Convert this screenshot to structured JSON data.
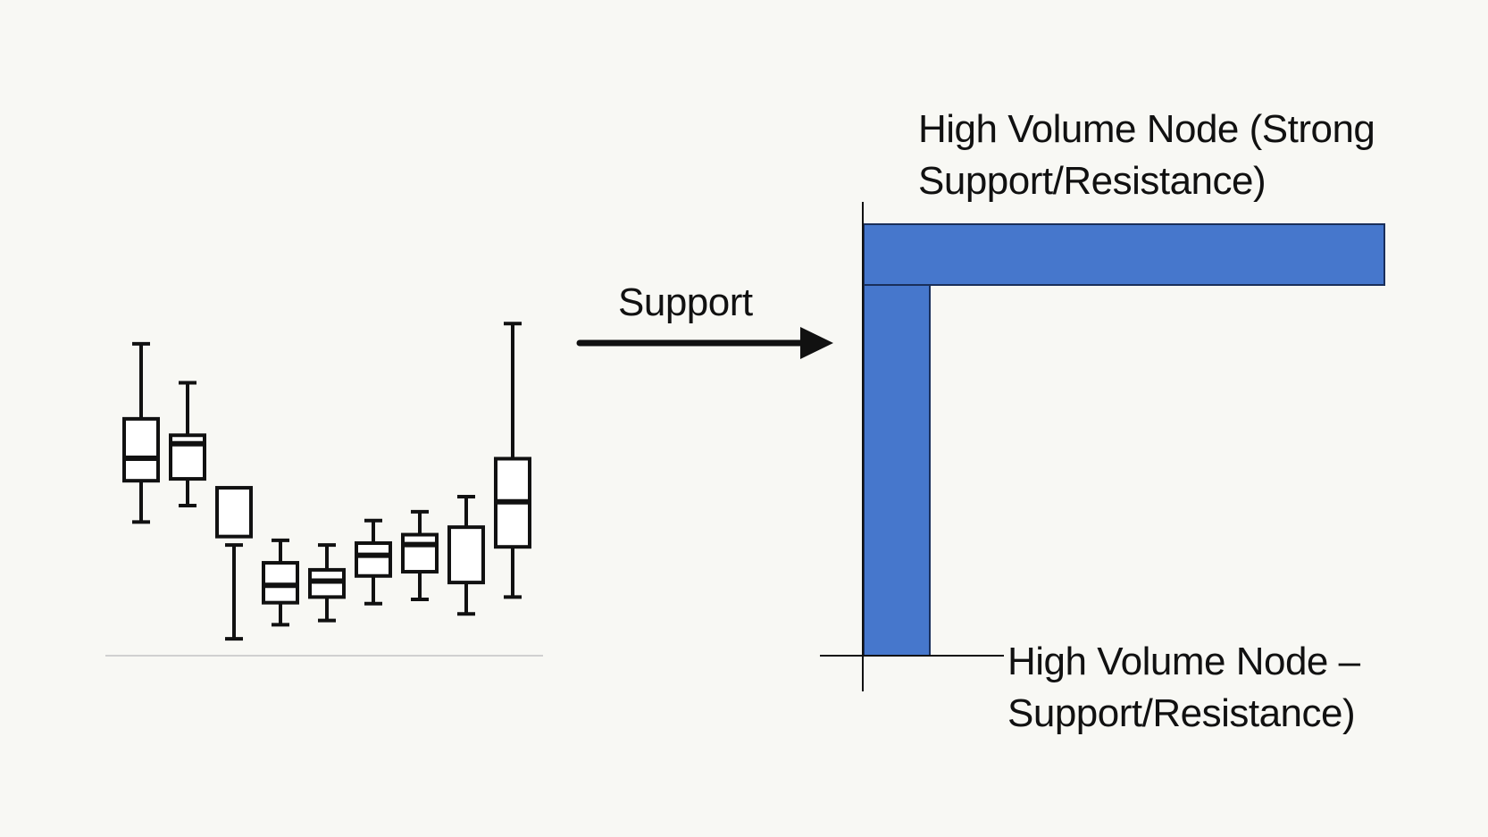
{
  "diagram": {
    "arrow_label": "Support",
    "top_node_label": {
      "line1": "High Volume Node (Strong",
      "line2": "Support/Resistance)"
    },
    "bottom_node_label": {
      "line1": "High Volume Node –",
      "line2": "Support/Resistance)"
    },
    "colors": {
      "background": "#f8f8f4",
      "ink": "#111111",
      "volume_bar": "#4677cc",
      "baseline": "#d0d0d0"
    }
  },
  "chart_data": {
    "type": "candlestick",
    "title": "",
    "xlabel": "",
    "ylabel": "",
    "candles": [
      {
        "high": 0.665,
        "low": 0.285,
        "open": 0.505,
        "close": 0.373,
        "mid": 0.421
      },
      {
        "high": 0.582,
        "low": 0.32,
        "open": 0.47,
        "close": 0.377,
        "mid": 0.452
      },
      {
        "high": 0.236,
        "low": 0.036,
        "open": 0.358,
        "close": 0.254,
        "mid": null
      },
      {
        "high": 0.246,
        "low": 0.066,
        "open": 0.198,
        "close": 0.113,
        "mid": 0.15
      },
      {
        "high": 0.236,
        "low": 0.075,
        "open": 0.183,
        "close": 0.125,
        "mid": 0.159
      },
      {
        "high": 0.288,
        "low": 0.111,
        "open": 0.24,
        "close": 0.17,
        "mid": 0.214
      },
      {
        "high": 0.307,
        "low": 0.12,
        "open": 0.258,
        "close": 0.179,
        "mid": 0.237
      },
      {
        "high": 0.339,
        "low": 0.089,
        "open": 0.274,
        "close": 0.156,
        "mid": null
      },
      {
        "high": 0.708,
        "low": 0.125,
        "open": 0.42,
        "close": 0.232,
        "mid": 0.328
      }
    ],
    "volume_profile": {
      "high_volume_node_level": 0.554,
      "vertical_bar_top": 0.519,
      "vertical_bar_bottom": 0.0
    }
  }
}
